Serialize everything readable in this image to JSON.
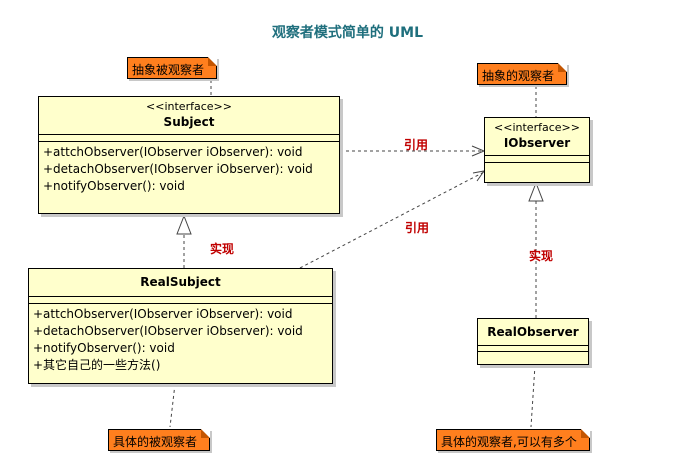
{
  "title": "观察者模式简单的 UML",
  "subject": {
    "stereotype": "<<interface>>",
    "name": "Subject",
    "operations": [
      "+attchObserver(IObserver iObserver): void",
      "+detachObserver(IObserver iObserver): void",
      "+notifyObserver(): void"
    ]
  },
  "iobserver": {
    "stereotype": "<<interface>>",
    "name": "IObserver"
  },
  "real_subject": {
    "name": "RealSubject",
    "operations": [
      "+attchObserver(IObserver iObserver): void",
      "+detachObserver(IObserver iObserver): void",
      "+notifyObserver(): void",
      "+其它自己的一些方法()"
    ]
  },
  "real_observer": {
    "name": "RealObserver"
  },
  "notes": {
    "abstract_subject": "抽象被观察者",
    "abstract_observer": "抽象的观察者",
    "concrete_subject": "具体的被观察者",
    "concrete_observer": "具体的观察者,可以有多个"
  },
  "relations": {
    "reference_1": "引用",
    "reference_2": "引用",
    "realize_1": "实现",
    "realize_2": "实现"
  },
  "colors": {
    "title": "#1f6f7d",
    "class_fill": "#ffffcc",
    "note_fill": "#ff7f1e",
    "relation_label": "#c00000"
  }
}
